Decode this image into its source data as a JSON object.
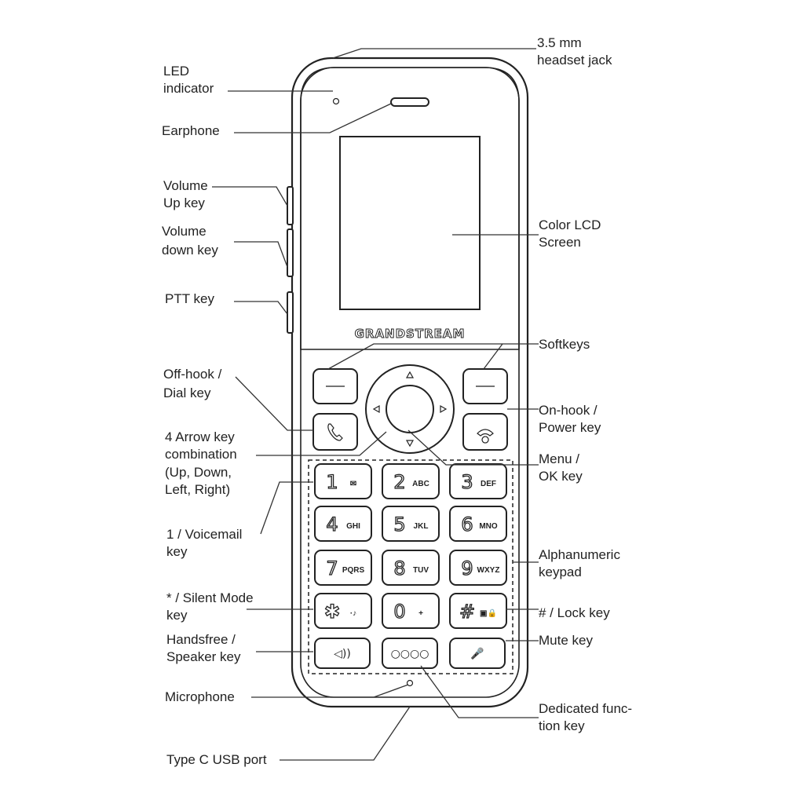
{
  "device": {
    "brand": "GRANDSTREAM"
  },
  "labels": {
    "headset_jack": [
      "3.5 mm",
      "headset jack"
    ],
    "led": [
      "LED",
      "indicator"
    ],
    "earphone": [
      "Earphone"
    ],
    "volume_up": [
      "Volume",
      "Up key"
    ],
    "volume_down": [
      "Volume",
      "down key"
    ],
    "ptt": [
      "PTT key"
    ],
    "lcd": [
      "Color LCD",
      "Screen"
    ],
    "softkeys": [
      "Softkeys"
    ],
    "offhook": [
      "Off-hook /",
      "Dial key"
    ],
    "onhook": [
      "On-hook /",
      "Power key"
    ],
    "arrow": [
      "4 Arrow key",
      "combination",
      "(Up, Down,",
      "Left, Right)"
    ],
    "menu": [
      "Menu /",
      "OK key"
    ],
    "voicemail": [
      "1 / Voicemail",
      "key"
    ],
    "keypad": [
      "Alphanumeric",
      "keypad"
    ],
    "silent": [
      "* / Silent Mode",
      "key"
    ],
    "lock": [
      "# / Lock key"
    ],
    "handsfree": [
      "Handsfree /",
      "Speaker key"
    ],
    "mute": [
      "Mute key"
    ],
    "microphone": [
      "Microphone"
    ],
    "function": [
      "Dedicated func-",
      "tion key"
    ],
    "usb": [
      "Type C USB port"
    ]
  },
  "keys": [
    {
      "num": "1",
      "sub": "✉"
    },
    {
      "num": "2",
      "sub": "ABC"
    },
    {
      "num": "3",
      "sub": "DEF"
    },
    {
      "num": "4",
      "sub": "GHI"
    },
    {
      "num": "5",
      "sub": "JKL"
    },
    {
      "num": "6",
      "sub": "MNO"
    },
    {
      "num": "7",
      "sub": "PQRS"
    },
    {
      "num": "8",
      "sub": "TUV"
    },
    {
      "num": "9",
      "sub": "WXYZ"
    },
    {
      "num": "✱",
      "sub": "·♪"
    },
    {
      "num": "0",
      "sub": "+"
    },
    {
      "num": "#",
      "sub": "▣🔒"
    }
  ],
  "bottom_keys": {
    "handsfree": "◁))",
    "function": "○○○○",
    "mute": "🎤"
  },
  "icons": {
    "led": "led-indicator-icon",
    "phone": "phone-handset-icon",
    "power": "power-icon",
    "arrow_up": "triangle-up-icon",
    "arrow_down": "triangle-down-icon",
    "arrow_left": "triangle-left-icon",
    "arrow_right": "triangle-right-icon",
    "speaker": "speaker-icon",
    "mute": "microphone-muted-icon"
  }
}
